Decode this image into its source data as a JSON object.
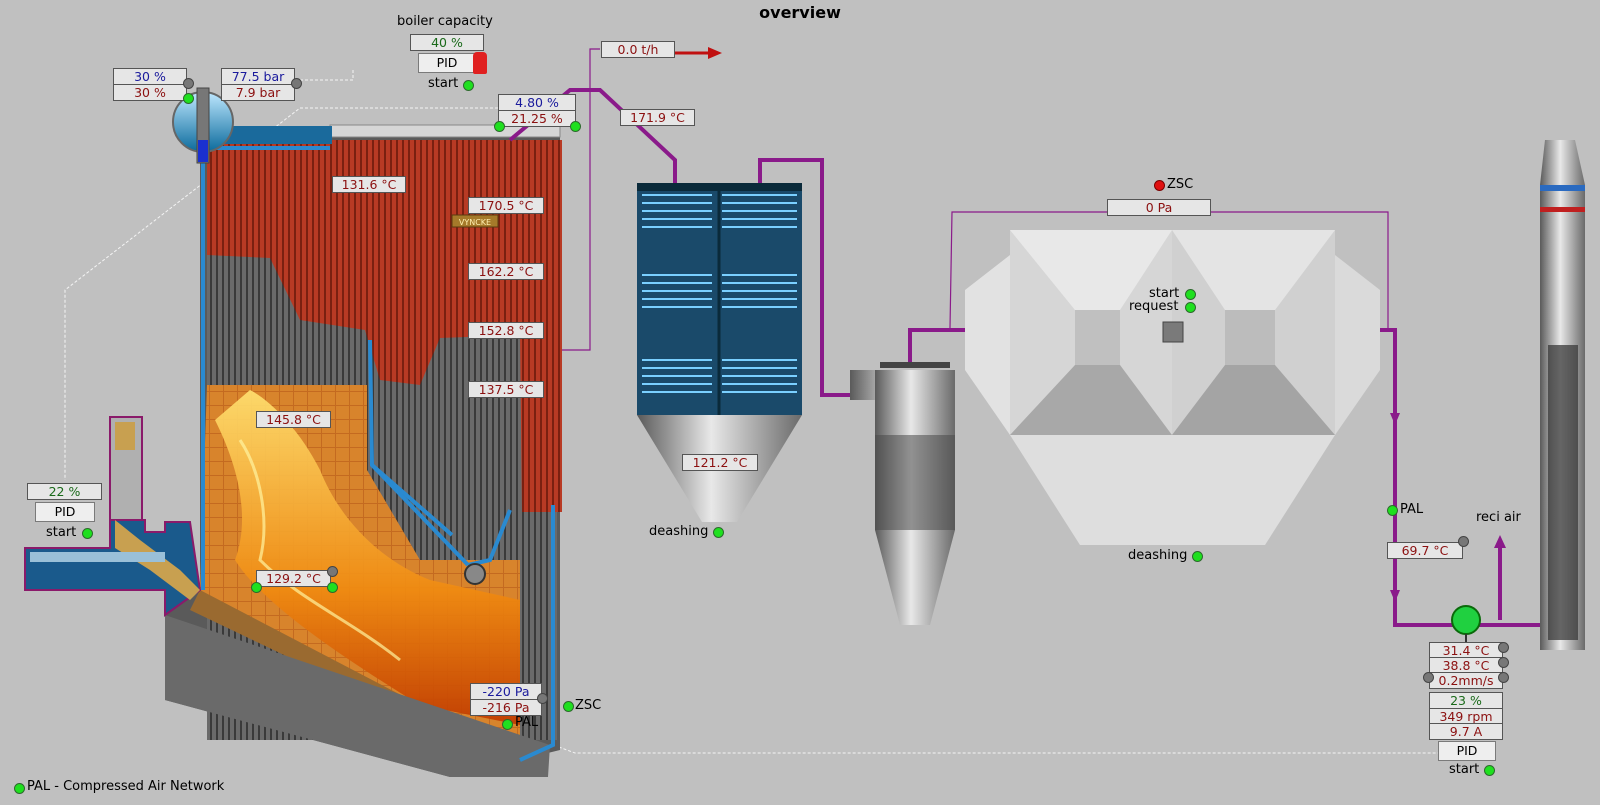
{
  "title": "overview",
  "boiler_capacity": {
    "label": "boiler capacity",
    "value": "40 %",
    "pid": "PID",
    "start": "start"
  },
  "steam_flow": "0.0 t/h",
  "drum": {
    "level_sp": "30 %",
    "level_pv": "30 %",
    "pressure_sp": "77.5 bar",
    "pressure_pv": "7.9 bar"
  },
  "o2": {
    "sp": "4.80 %",
    "pv": "21.25 %"
  },
  "flue_temp_out": "171.9 °C",
  "temps": {
    "t1": "131.6 °C",
    "t2": "170.5 °C",
    "t3": "162.2 °C",
    "t4": "152.8 °C",
    "t5": "137.5 °C",
    "t6": "145.8 °C",
    "t7": "129.2 °C",
    "t8": "121.2 °C"
  },
  "fuel_feed": {
    "value": "22 %",
    "pid": "PID",
    "start": "start"
  },
  "furnace_pressure": {
    "sp": "-220 Pa",
    "pv": "-216 Pa",
    "pal": "PAL",
    "zsc": "ZSC"
  },
  "economizer": {
    "deashing": "deashing"
  },
  "filter": {
    "zsc": "ZSC",
    "pressure": "0 Pa",
    "start": "start",
    "request": "request",
    "deashing": "deashing"
  },
  "fan": {
    "pal": "PAL",
    "temp": "69.7 °C",
    "reci_air": "reci air",
    "bearing1": "31.4 °C",
    "bearing2": "38.8 °C",
    "vibration": "0.2mm/s",
    "speed_pct": "23 %",
    "rpm": "349 rpm",
    "current": "9.7 A",
    "pid": "PID",
    "start": "start"
  },
  "footer": "PAL - Compressed Air Network",
  "brand": "VYNCKE",
  "colors": {
    "background": "#c0c0c0",
    "pipe": "#8a1a8a",
    "boiler_tubes": "#b83a24",
    "value_red": "#8b1010",
    "value_blue": "#1a1a9c",
    "led_green": "#1fe01f"
  }
}
